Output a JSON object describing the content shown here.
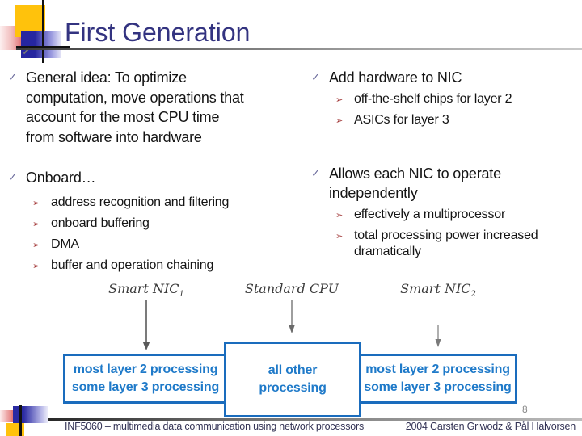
{
  "title": "First Generation",
  "markers": {
    "check": "✓",
    "arrow": "➢"
  },
  "bullets": {
    "left": {
      "b1": "General idea: To optimize\ncomputation, move operations that\naccount for the most CPU time\nfrom software into hardware",
      "b2": "Onboard…",
      "b2_subs": [
        "address recognition and filtering",
        "onboard buffering",
        "DMA",
        "buffer and operation chaining"
      ]
    },
    "right": {
      "b1": "Add hardware to NIC",
      "b1_subs": [
        "off-the-shelf chips for layer 2",
        "ASICs for layer 3"
      ],
      "b2": "Allows each NIC to operate\nindependently",
      "b2_subs": [
        "effectively a multiprocessor",
        "total processing power increased\ndramatically"
      ]
    }
  },
  "diagram": {
    "labels": [
      {
        "text": "Smart NIC",
        "sub": "1"
      },
      {
        "text": "Standard CPU",
        "sub": ""
      },
      {
        "text": "Smart NIC",
        "sub": "2"
      }
    ],
    "boxes": [
      {
        "text": "most layer 2 processing\nsome layer 3 processing"
      },
      {
        "text": "all other\nprocessing"
      },
      {
        "text": "most layer 2 processing\nsome layer 3 processing"
      }
    ]
  },
  "footer": {
    "course": "INF5060 – multimedia data communication using network processors",
    "credits": "2004  Carsten Griwodz & Pål Halvorsen",
    "page_number": "8"
  },
  "colors": {
    "title": "#333380",
    "box_border": "#1a6cbd",
    "box_text": "#1f7ac9",
    "check_bullet": "#666699",
    "sub_bullet": "#a03333",
    "logo_yellow": "#ffc20c",
    "logo_red": "#d42a33",
    "logo_blue": "#2626a0"
  }
}
